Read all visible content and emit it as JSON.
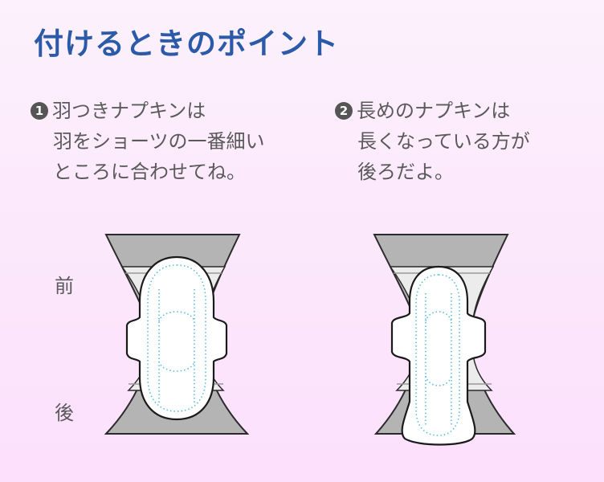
{
  "title": "付けるときのポイント",
  "points": [
    {
      "number": "1",
      "lines": [
        "羽つきナプキンは",
        "羽をショーツの一番細い",
        "ところに合わせてね。"
      ]
    },
    {
      "number": "2",
      "lines": [
        "長めのナプキンは",
        "長くなっている方が",
        "後ろだよ。"
      ]
    }
  ],
  "labels": {
    "front": "前",
    "back": "後"
  },
  "illustrations": [
    {
      "name": "winged-pad-illustration"
    },
    {
      "name": "long-pad-illustration"
    }
  ],
  "colors": {
    "title": "#2a5aa8",
    "text": "#5a5a5a",
    "shorts": "#b4b4b4",
    "shorts_inner": "#ececec",
    "pad": "#ffffff",
    "stitch": "#5bbbe0",
    "background": "#fbe8fb"
  }
}
